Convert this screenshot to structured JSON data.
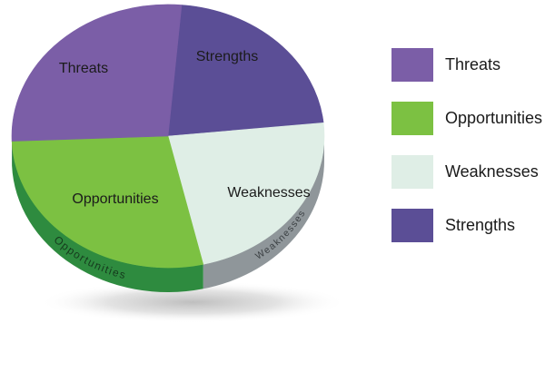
{
  "chart_data": {
    "type": "pie",
    "style": "3d-tilted",
    "title": "",
    "start_angle_deg": -85,
    "direction": "clockwise",
    "note": "values are approximate percentages estimated from slice angles; slices are roughly equal quarters",
    "slices": [
      {
        "label": "Strengths",
        "value": 22,
        "color": "#5b4e96",
        "side_color": "#453a72"
      },
      {
        "label": "Weaknesses",
        "value": 23,
        "color": "#dfeee6",
        "side_color": "#8f969a"
      },
      {
        "label": "Opportunities",
        "value": 28,
        "color": "#7cc142",
        "side_color": "#2e8b3f"
      },
      {
        "label": "Threats",
        "value": 27,
        "color": "#7b5ea7",
        "side_color": "#47386e"
      }
    ],
    "legend_position": "right"
  },
  "rim_labels": {
    "opportunities": "Opportunities",
    "weaknesses": "Weaknesses"
  },
  "legend": {
    "items": [
      {
        "label": "Threats",
        "color": "#7b5ea7"
      },
      {
        "label": "Opportunities",
        "color": "#7cc142"
      },
      {
        "label": "Weaknesses",
        "color": "#dfeee6"
      },
      {
        "label": "Strengths",
        "color": "#5b4e96"
      }
    ]
  }
}
